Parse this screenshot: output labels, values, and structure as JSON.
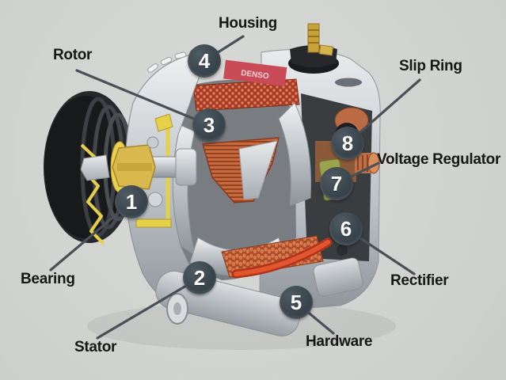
{
  "diagram": {
    "subject": "alternator-cutaway",
    "background_color": "#d3d5d2",
    "badge_color": "#3a454d",
    "label_color": "#171717",
    "leader_line_color": "#4a5055"
  },
  "branding": {
    "housing_label": "DENSO"
  },
  "parts": [
    {
      "number": "1",
      "name": "Bearing"
    },
    {
      "number": "2",
      "name": "Stator"
    },
    {
      "number": "3",
      "name": "Rotor"
    },
    {
      "number": "4",
      "name": "Housing"
    },
    {
      "number": "5",
      "name": "Hardware"
    },
    {
      "number": "6",
      "name": "Rectifier"
    },
    {
      "number": "7",
      "name": "Voltage Regulator"
    },
    {
      "number": "8",
      "name": "Slip Ring"
    }
  ],
  "colors": {
    "copper": "#c4643c",
    "winding_red": "#a83a26",
    "brass": "#d9b84e",
    "regulator_green": "#9aa44e",
    "housing_silver": "#c6cbd0",
    "pulley_black": "#17191b",
    "wire_red": "#d1452a",
    "denso_band_red": "#c94b58"
  }
}
